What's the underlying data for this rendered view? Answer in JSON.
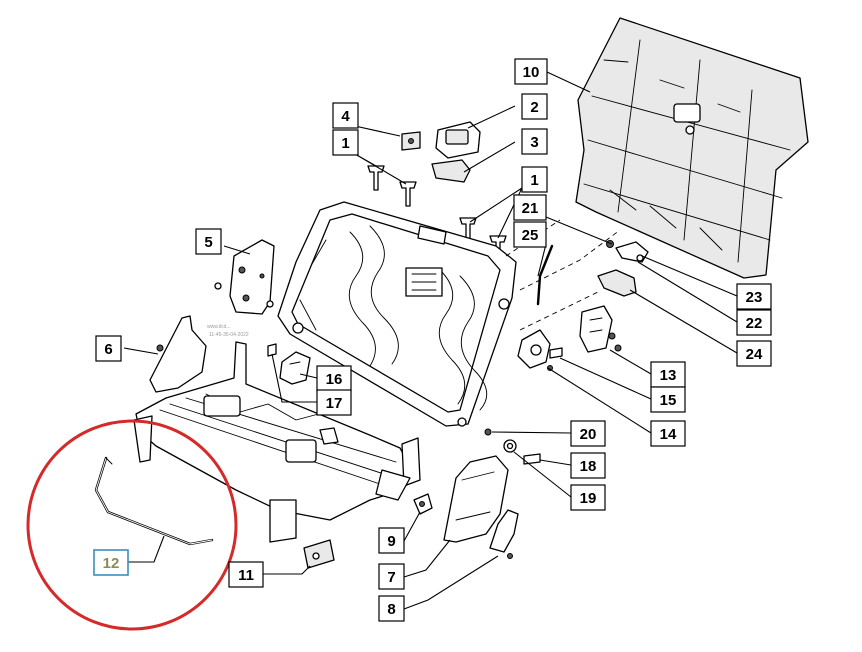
{
  "diagram": {
    "callouts": [
      {
        "label": "1",
        "highlight": false
      },
      {
        "label": "1",
        "highlight": false
      },
      {
        "label": "2",
        "highlight": false
      },
      {
        "label": "3",
        "highlight": false
      },
      {
        "label": "4",
        "highlight": false
      },
      {
        "label": "5",
        "highlight": false
      },
      {
        "label": "6",
        "highlight": false
      },
      {
        "label": "7",
        "highlight": false
      },
      {
        "label": "8",
        "highlight": false
      },
      {
        "label": "9",
        "highlight": false
      },
      {
        "label": "10",
        "highlight": false
      },
      {
        "label": "11",
        "highlight": false
      },
      {
        "label": "12",
        "highlight": true
      },
      {
        "label": "13",
        "highlight": false
      },
      {
        "label": "14",
        "highlight": false
      },
      {
        "label": "15",
        "highlight": false
      },
      {
        "label": "16",
        "highlight": false
      },
      {
        "label": "17",
        "highlight": false
      },
      {
        "label": "18",
        "highlight": false
      },
      {
        "label": "19",
        "highlight": false
      },
      {
        "label": "20",
        "highlight": false
      },
      {
        "label": "21",
        "highlight": false
      },
      {
        "label": "22",
        "highlight": false
      },
      {
        "label": "23",
        "highlight": false
      },
      {
        "label": "24",
        "highlight": false
      },
      {
        "label": "25",
        "highlight": false
      }
    ],
    "watermark": [
      "www.ilcd...",
      "11-45-35-04-2022"
    ],
    "colors": {
      "highlight_circle": "#d42a2a",
      "highlight_box": "#3a8fb7",
      "highlight_text": "#8a8a55"
    }
  }
}
